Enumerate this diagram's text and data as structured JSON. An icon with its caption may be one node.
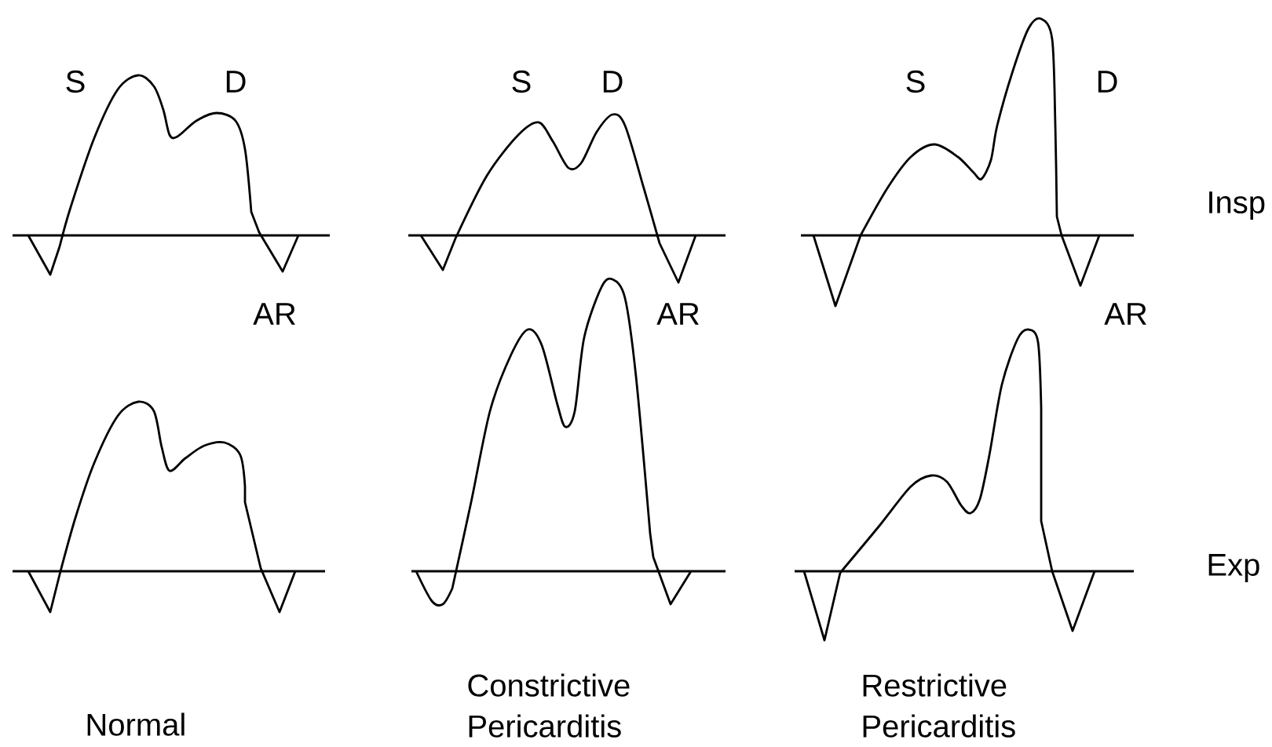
{
  "diagram": {
    "labels": [
      "S",
      "D",
      "S",
      "D",
      "S",
      "D",
      "Insp",
      "AR",
      "AR",
      "AR",
      "Exp",
      "Constrictive Pericarditis",
      "Restrictive Pericarditis",
      "Normal"
    ]
  }
}
